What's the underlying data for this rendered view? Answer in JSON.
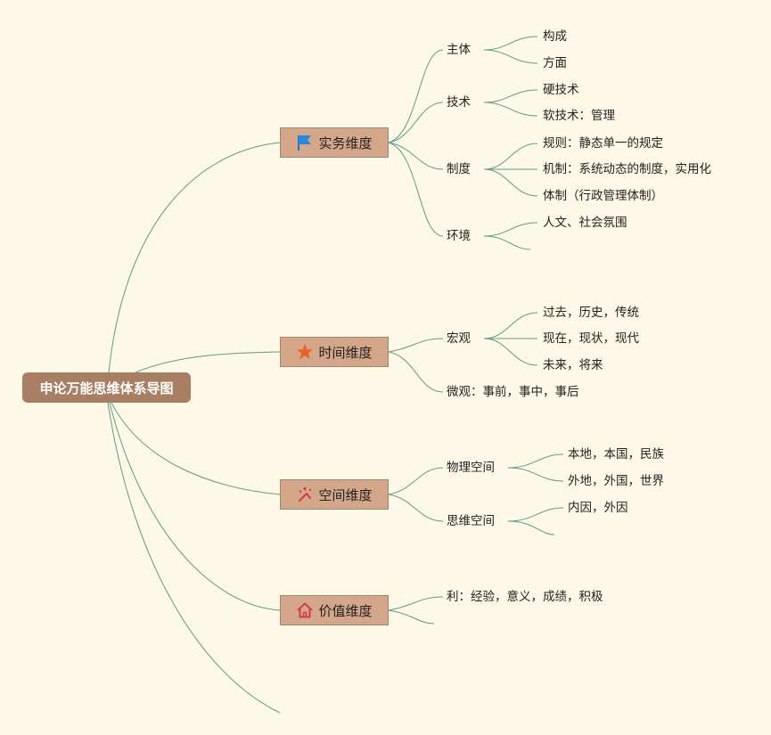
{
  "root": "申论万能思维体系导图",
  "colors": {
    "background": "#fdf8e7",
    "root": "#a87f63",
    "branch": "#d4a68a",
    "line": "#5e9c88"
  },
  "branches": [
    {
      "label": "实务维度",
      "icon": "flag-icon",
      "children": [
        {
          "label": "主体",
          "children": [
            "构成",
            "方面"
          ]
        },
        {
          "label": "技术",
          "children": [
            "硬技术",
            "软技术：管理"
          ]
        },
        {
          "label": "制度",
          "children": [
            "规则：静态单一的规定",
            "机制：系统动态的制度，实用化",
            "体制（行政管理体制）"
          ]
        },
        {
          "label": "环境",
          "children": [
            "人文、社会氛围",
            ""
          ]
        }
      ]
    },
    {
      "label": "时间维度",
      "icon": "star-icon",
      "children": [
        {
          "label": "宏观",
          "children": [
            "过去，历史，传统",
            "现在，现状，现代",
            "未来，将来"
          ]
        },
        {
          "label": "微观：事前，事中，事后",
          "children": []
        }
      ]
    },
    {
      "label": "空间维度",
      "icon": "sparkle-icon",
      "children": [
        {
          "label": "物理空间",
          "children": [
            "本地，本国，民族",
            "外地，外国，世界"
          ]
        },
        {
          "label": "思维空间",
          "children": [
            "内因，外因",
            ""
          ]
        }
      ]
    },
    {
      "label": "价值维度",
      "icon": "home-icon",
      "children": [
        {
          "label": "利：经验，意义，成绩，积极",
          "children": []
        },
        {
          "label": "",
          "children": []
        }
      ]
    }
  ]
}
